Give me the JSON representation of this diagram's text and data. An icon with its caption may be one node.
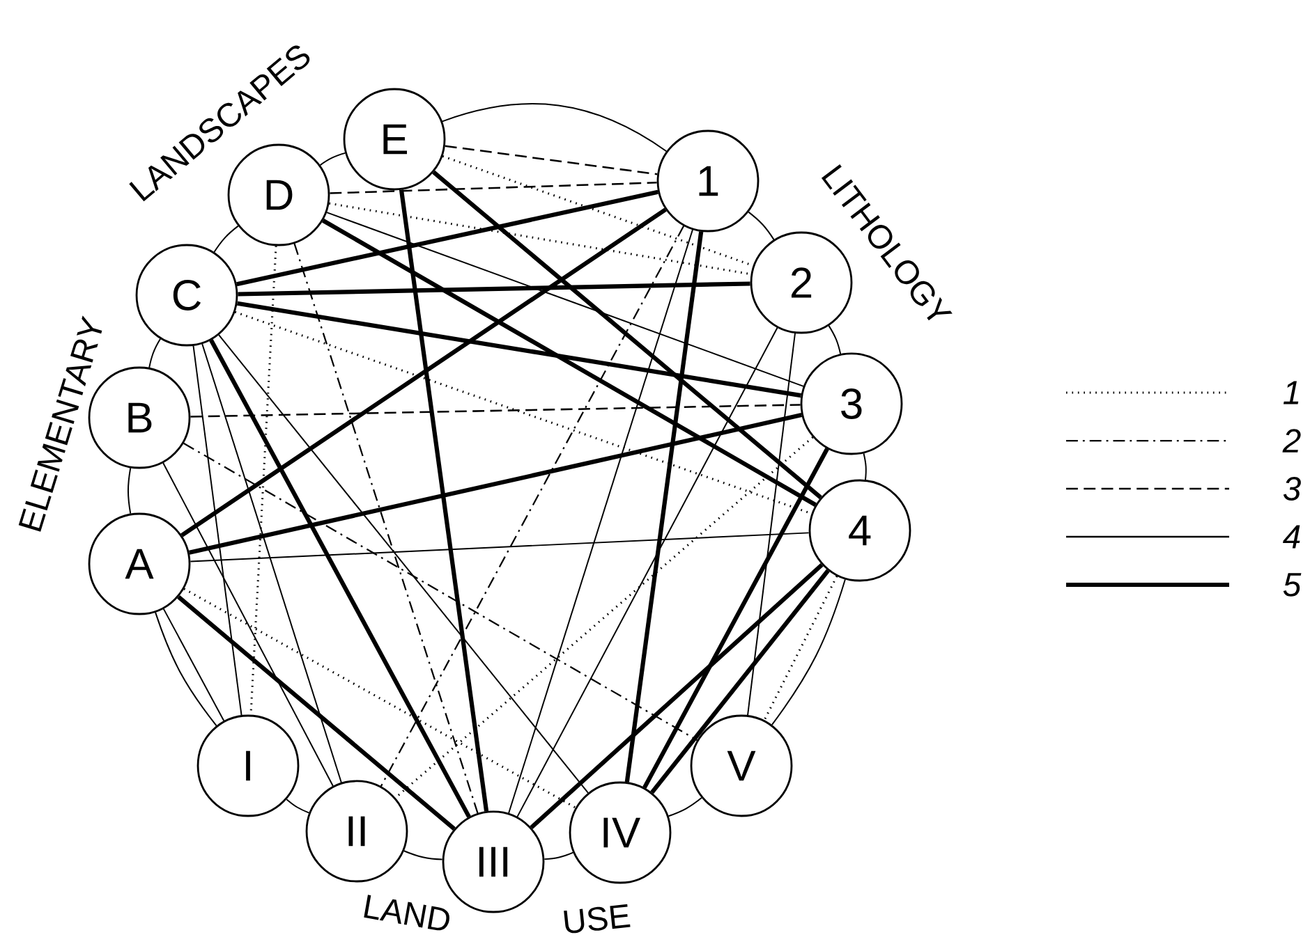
{
  "diagram": {
    "nodes": [
      {
        "text": [
          "E"
        ]
      },
      {
        "text": [
          "D"
        ]
      },
      {
        "text": [
          "C"
        ]
      },
      {
        "text": [
          "B"
        ]
      },
      {
        "text": [
          "A"
        ]
      },
      {
        "text": [
          "1"
        ]
      },
      {
        "text": [
          "2"
        ]
      },
      {
        "text": [
          "3"
        ]
      },
      {
        "text": [
          "4"
        ]
      },
      {
        "text": [
          "I"
        ]
      },
      {
        "text": [
          "II"
        ]
      },
      {
        "text": [
          "III"
        ]
      },
      {
        "text": [
          "IV"
        ]
      },
      {
        "text": [
          "V"
        ]
      }
    ],
    "edges": [
      {
        "from": 0,
        "to": 5,
        "arrow": "none"
      },
      {
        "from": 5,
        "to": 6,
        "arrow": "none"
      },
      {
        "from": 6,
        "to": 7,
        "arrow": "none"
      },
      {
        "from": 7,
        "to": 8,
        "arrow": "none"
      },
      {
        "from": 8,
        "to": 13,
        "arrow": "none"
      },
      {
        "from": 13,
        "to": 12,
        "arrow": "none"
      },
      {
        "from": 12,
        "to": 11,
        "arrow": "none"
      },
      {
        "from": 11,
        "to": 10,
        "arrow": "none"
      },
      {
        "from": 10,
        "to": 9,
        "arrow": "none"
      },
      {
        "from": 9,
        "to": 4,
        "arrow": "none"
      },
      {
        "from": 4,
        "to": 3,
        "arrow": "none"
      },
      {
        "from": 3,
        "to": 2,
        "arrow": "none"
      },
      {
        "from": 2,
        "to": 1,
        "arrow": "none"
      },
      {
        "from": 1,
        "to": 0,
        "arrow": "none"
      },
      {
        "from": 2,
        "to": 5,
        "arrow": "none",
        "style": "thick"
      },
      {
        "from": 2,
        "to": 6,
        "arrow": "none",
        "style": "thick"
      },
      {
        "from": 2,
        "to": 7,
        "arrow": "none",
        "style": "thick"
      },
      {
        "from": 4,
        "to": 7,
        "arrow": "none",
        "style": "thick"
      },
      {
        "from": 4,
        "to": 5,
        "arrow": "none",
        "style": "thick"
      },
      {
        "from": 0,
        "to": 8,
        "arrow": "none",
        "style": "thick"
      },
      {
        "from": 1,
        "to": 8,
        "arrow": "none",
        "style": "thick"
      },
      {
        "from": 0,
        "to": 11,
        "arrow": "none",
        "style": "thick"
      },
      {
        "from": 2,
        "to": 11,
        "arrow": "none",
        "style": "thick"
      },
      {
        "from": 4,
        "to": 11,
        "arrow": "none",
        "style": "thick"
      },
      {
        "from": 5,
        "to": 12,
        "arrow": "none",
        "style": "thick"
      },
      {
        "from": 7,
        "to": 12,
        "arrow": "none",
        "style": "thick"
      },
      {
        "from": 8,
        "to": 11,
        "arrow": "none",
        "style": "thick"
      },
      {
        "from": 8,
        "to": 12,
        "arrow": "none",
        "style": "thick"
      },
      {
        "from": 4,
        "to": 8,
        "arrow": "none"
      },
      {
        "from": 4,
        "to": 9,
        "arrow": "none"
      },
      {
        "from": 2,
        "to": 10,
        "arrow": "none"
      },
      {
        "from": 3,
        "to": 10,
        "arrow": "none"
      },
      {
        "from": 2,
        "to": 12,
        "arrow": "none"
      },
      {
        "from": 1,
        "to": 7,
        "arrow": "none"
      },
      {
        "from": 5,
        "to": 11,
        "arrow": "none"
      },
      {
        "from": 6,
        "to": 11,
        "arrow": "none"
      },
      {
        "from": 6,
        "to": 13,
        "arrow": "none"
      },
      {
        "from": 2,
        "to": 9,
        "arrow": "none"
      },
      {
        "from": 0,
        "to": 5,
        "arrow": "none",
        "style": "dashed"
      },
      {
        "from": 1,
        "to": 5,
        "arrow": "none",
        "style": "dashed"
      },
      {
        "from": 3,
        "to": 7,
        "arrow": "none",
        "style": "dashed"
      },
      {
        "from": 0,
        "to": 6,
        "arrow": "none",
        "style": "dashed"
      },
      {
        "from": 1,
        "to": 6,
        "arrow": "none",
        "style": "dashed"
      },
      {
        "from": 8,
        "to": 13,
        "arrow": "none",
        "style": "dashed"
      },
      {
        "from": 1,
        "to": 9,
        "arrow": "none",
        "style": "dashed"
      },
      {
        "from": 7,
        "to": 10,
        "arrow": "none",
        "style": "dashed"
      },
      {
        "from": 4,
        "to": 12,
        "arrow": "none",
        "style": "dashed"
      },
      {
        "from": 2,
        "to": 8,
        "arrow": "none",
        "style": "dashed"
      },
      {
        "from": 3,
        "to": 13,
        "arrow": "none",
        "style": "dashed"
      },
      {
        "from": 1,
        "to": 11,
        "arrow": "none",
        "style": "dashed"
      },
      {
        "from": 5,
        "to": 10,
        "arrow": "none",
        "style": "dashed"
      }
    ],
    "labels": [
      "ELEMENTARY",
      "LANDSCAPES",
      "LITHOLOGY",
      "LAND",
      "USE"
    ],
    "legend": [
      {
        "text": "1"
      },
      {
        "text": "2"
      },
      {
        "text": "3"
      },
      {
        "text": "4"
      },
      {
        "text": "5"
      }
    ]
  }
}
